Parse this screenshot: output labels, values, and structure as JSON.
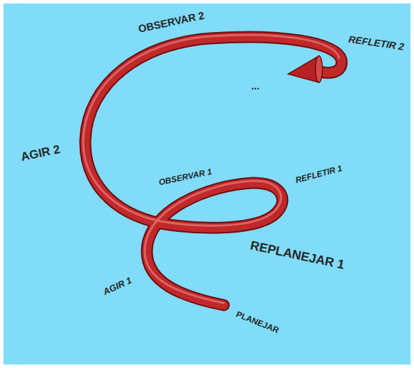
{
  "diagram": {
    "labels": [
      "OBSERVAR 2",
      "REFLETIR 2",
      "...",
      "AGIR 2",
      "OBSERVAR 1",
      "REFLETIR 1",
      "REPLANEJAR 1",
      "AGIR 1",
      "PLANEJAR"
    ]
  }
}
